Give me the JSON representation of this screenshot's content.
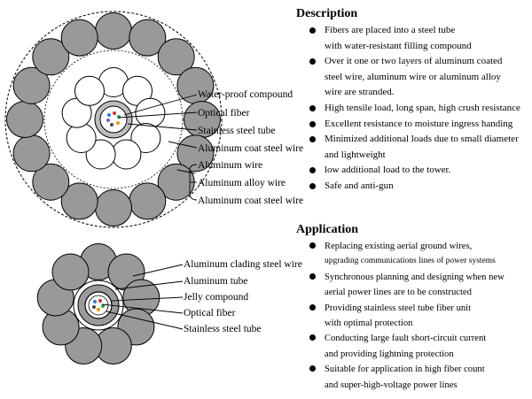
{
  "description": {
    "heading": "Description",
    "items": [
      {
        "lines": [
          "Fibers are placed into a steel tube",
          "with water-resistant filling compound"
        ]
      },
      {
        "lines": [
          "Over it one or two layers of aluminum coated",
          "steel wire, aluminum wire or aluminum alloy",
          "wire are stranded."
        ]
      },
      {
        "lines": [
          "High tensile load, long span, high crush resistance"
        ]
      },
      {
        "lines": [
          "Excellent resistance to moisture ingress handing"
        ]
      },
      {
        "lines": [
          "Minimized additional loads due to small diameter",
          "and lightweight"
        ]
      },
      {
        "lines": [
          "low additional load to the tower."
        ]
      },
      {
        "lines": [
          "Safe and anti-gun"
        ]
      }
    ]
  },
  "application": {
    "heading": "Application",
    "items": [
      {
        "lines": [
          "Replacing existing aerial ground wires,",
          "upgrading communications lines of power systems"
        ]
      },
      {
        "lines": [
          "Synchronous planning and designing when new",
          "aerial power lines are to be constructed"
        ]
      },
      {
        "lines": [
          "Providing stainless steel tube fiber unit",
          "with optimal protection"
        ]
      },
      {
        "lines": [
          "Conducting large fault short-circuit current",
          "and providing lightning protection"
        ]
      },
      {
        "lines": [
          "Suitable for application in high fiber count",
          "and super-high-voltage power lines"
        ]
      }
    ]
  },
  "top_cable_labels": {
    "waterproof": "Water-proof compound",
    "optical_fiber": "Optical fiber",
    "stainless_tube": "Stainless steel tube",
    "alcoat_inner": "Aluminum coat steel wire",
    "al_wire": "Aluminum wire",
    "al_alloy": "Aluminum alloy wire",
    "alcoat_outer": "Aluminum coat steel wire"
  },
  "bottom_cable_labels": {
    "al_clad": "Aluminum clading steel wire",
    "al_tube": "Aluminum tube",
    "jelly": "Jelly compound",
    "optical_fiber": "Optical fiber",
    "stainless_tube": "Stainless steel tube"
  },
  "colors": {
    "wire_fill": "#999999",
    "inner_wire_fill": "#ffffff",
    "outline": "#000000"
  }
}
